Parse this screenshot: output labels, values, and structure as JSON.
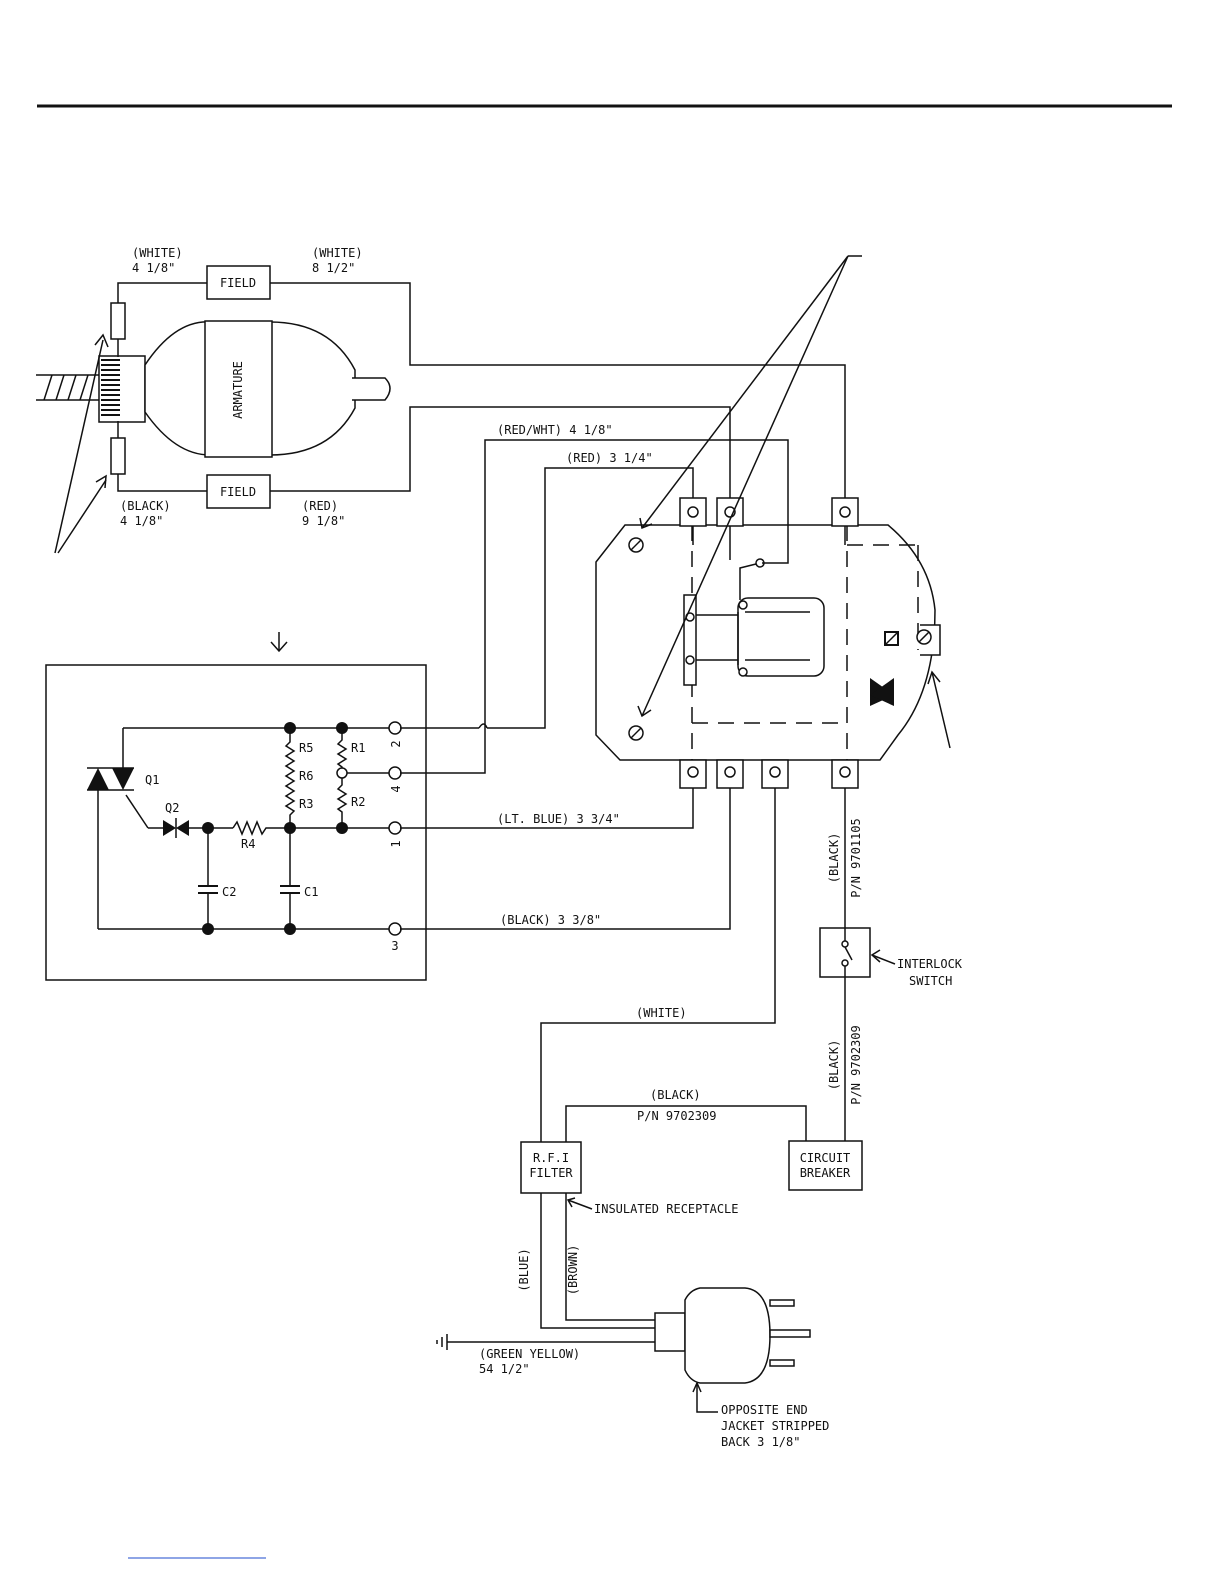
{
  "colors": {
    "ink": "#111111",
    "page": "#ffffff",
    "footer_link": "#4a6fd8"
  },
  "motor": {
    "field_top_label": "FIELD",
    "field_bottom_label": "FIELD",
    "armature_label": "ARMATURE",
    "wire_white_1": "(WHITE)",
    "wire_white_1_len": "4 1/8\"",
    "wire_white_2": "(WHITE)",
    "wire_white_2_len": "8 1/2\"",
    "wire_black": "(BLACK)",
    "wire_black_len": "4 1/8\"",
    "wire_red": "(RED)",
    "wire_red_len": "9 1/8\""
  },
  "wires": {
    "red_wht": "(RED/WHT) 4 1/8\"",
    "red": "(RED) 3 1/4\"",
    "lt_blue": "(LT. BLUE) 3 3/4\"",
    "black_short": "(BLACK) 3 3/8\"",
    "white_main": "(WHITE)",
    "black_breaker": "(BLACK)",
    "black_breaker_pn": "P/N 9702309",
    "black_switch_top": "(BLACK)",
    "black_switch_top_pn": "P/N 9701105",
    "black_switch_bottom": "(BLACK)",
    "black_switch_bottom_pn": "P/N 9702309",
    "blue": "(BLUE)",
    "brown": "(BROWN)",
    "green_yellow": "(GREEN YELLOW)",
    "green_yellow_len": "54 1/2\""
  },
  "circuit": {
    "q1": "Q1",
    "q2": "Q2",
    "r1": "R1",
    "r2": "R2",
    "r3": "R3",
    "r4": "R4",
    "r5": "R5",
    "r6": "R6",
    "c1": "C1",
    "c2": "C2",
    "t1": "1",
    "t2": "2",
    "t3": "3",
    "t4": "4"
  },
  "components": {
    "interlock_line1": "INTERLOCK",
    "interlock_line2": "SWITCH",
    "breaker_line1": "CIRCUIT",
    "breaker_line2": "BREAKER",
    "rfi_line1": "R.F.I",
    "rfi_line2": "FILTER",
    "receptacle": "INSULATED RECEPTACLE",
    "plug_note_1": "OPPOSITE END",
    "plug_note_2": "JACKET STRIPPED",
    "plug_note_3": "BACK 3 1/8\""
  }
}
